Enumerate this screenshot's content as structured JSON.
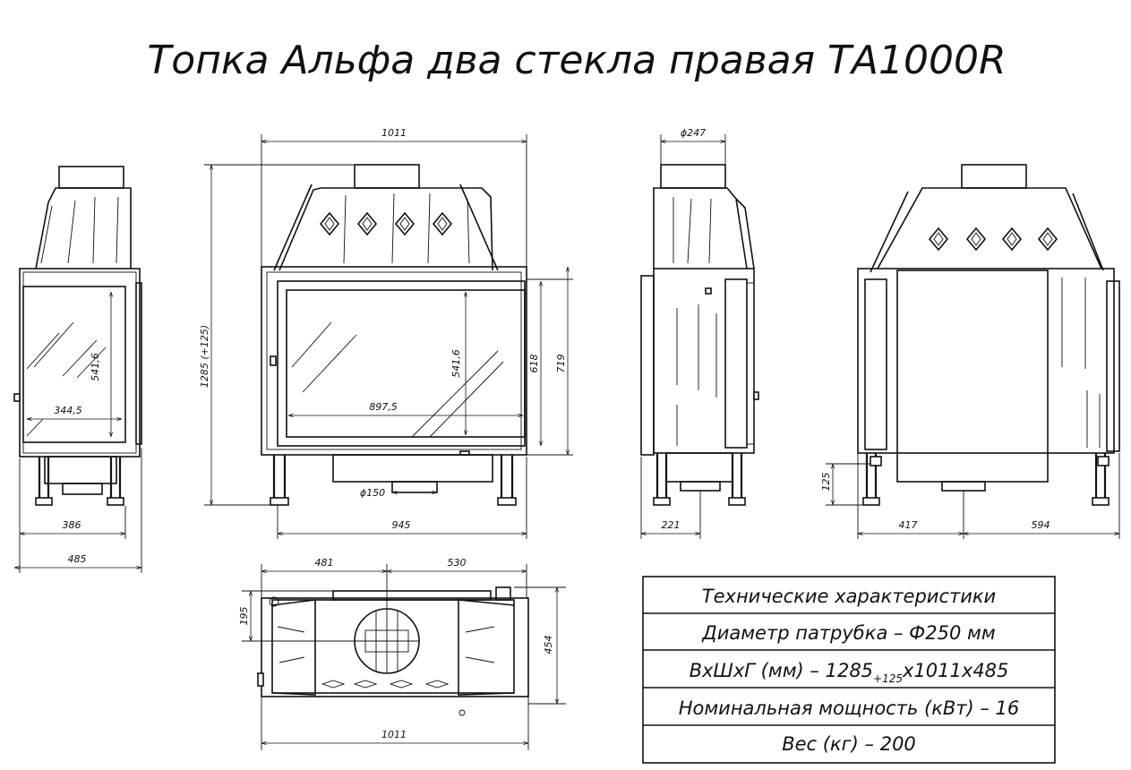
{
  "title": "Топка Альфа два стекла правая ТА1000R",
  "dims": {
    "front_width_top": "1011",
    "front_height": "1285 (+125)",
    "front_glass_width": "897,5",
    "front_glass_height": "541,6",
    "front_618": "618",
    "front_719": "719",
    "front_legs": "945",
    "front_flue": "ϕ150",
    "left_glass_width": "344,5",
    "left_glass_height": "541,6",
    "left_386": "386",
    "left_485": "485",
    "side_pipe": "ϕ247",
    "side_221": "221",
    "back_125": "125",
    "back_417": "417",
    "back_594": "594",
    "top_481": "481",
    "top_530": "530",
    "top_195": "195",
    "top_454": "454",
    "top_1011": "1011"
  },
  "specs": {
    "heading": "Технические характеристики",
    "row1": "Диаметр патрубка – Ф250 мм",
    "row2_a": "ВхШхГ (мм) – 1285",
    "row2_sub": "+125",
    "row2_b": "х1011х485",
    "row3": "Номинальная мощность (кВт) – 16",
    "row4": "Вес (кг) – 200"
  }
}
